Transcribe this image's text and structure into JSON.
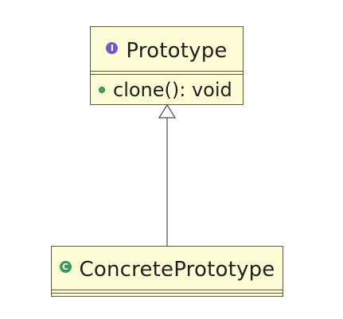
{
  "interface_class": {
    "icon_letter": "I",
    "icon_color": "#6a5acd",
    "name": "Prototype",
    "methods": [
      {
        "text": "clone(): void",
        "visibility_color": "#3fa35c"
      }
    ]
  },
  "concrete_class": {
    "icon_letter": "C",
    "icon_color": "#3a9a55",
    "name": "ConcretePrototype",
    "methods": []
  },
  "relationship": {
    "type": "realization",
    "from": "ConcretePrototype",
    "to": "Prototype",
    "arrowhead": "hollow-triangle"
  },
  "colors": {
    "box_fill": "#fefed6",
    "box_border": "#5a5a3a",
    "line": "#4a4a4a"
  }
}
